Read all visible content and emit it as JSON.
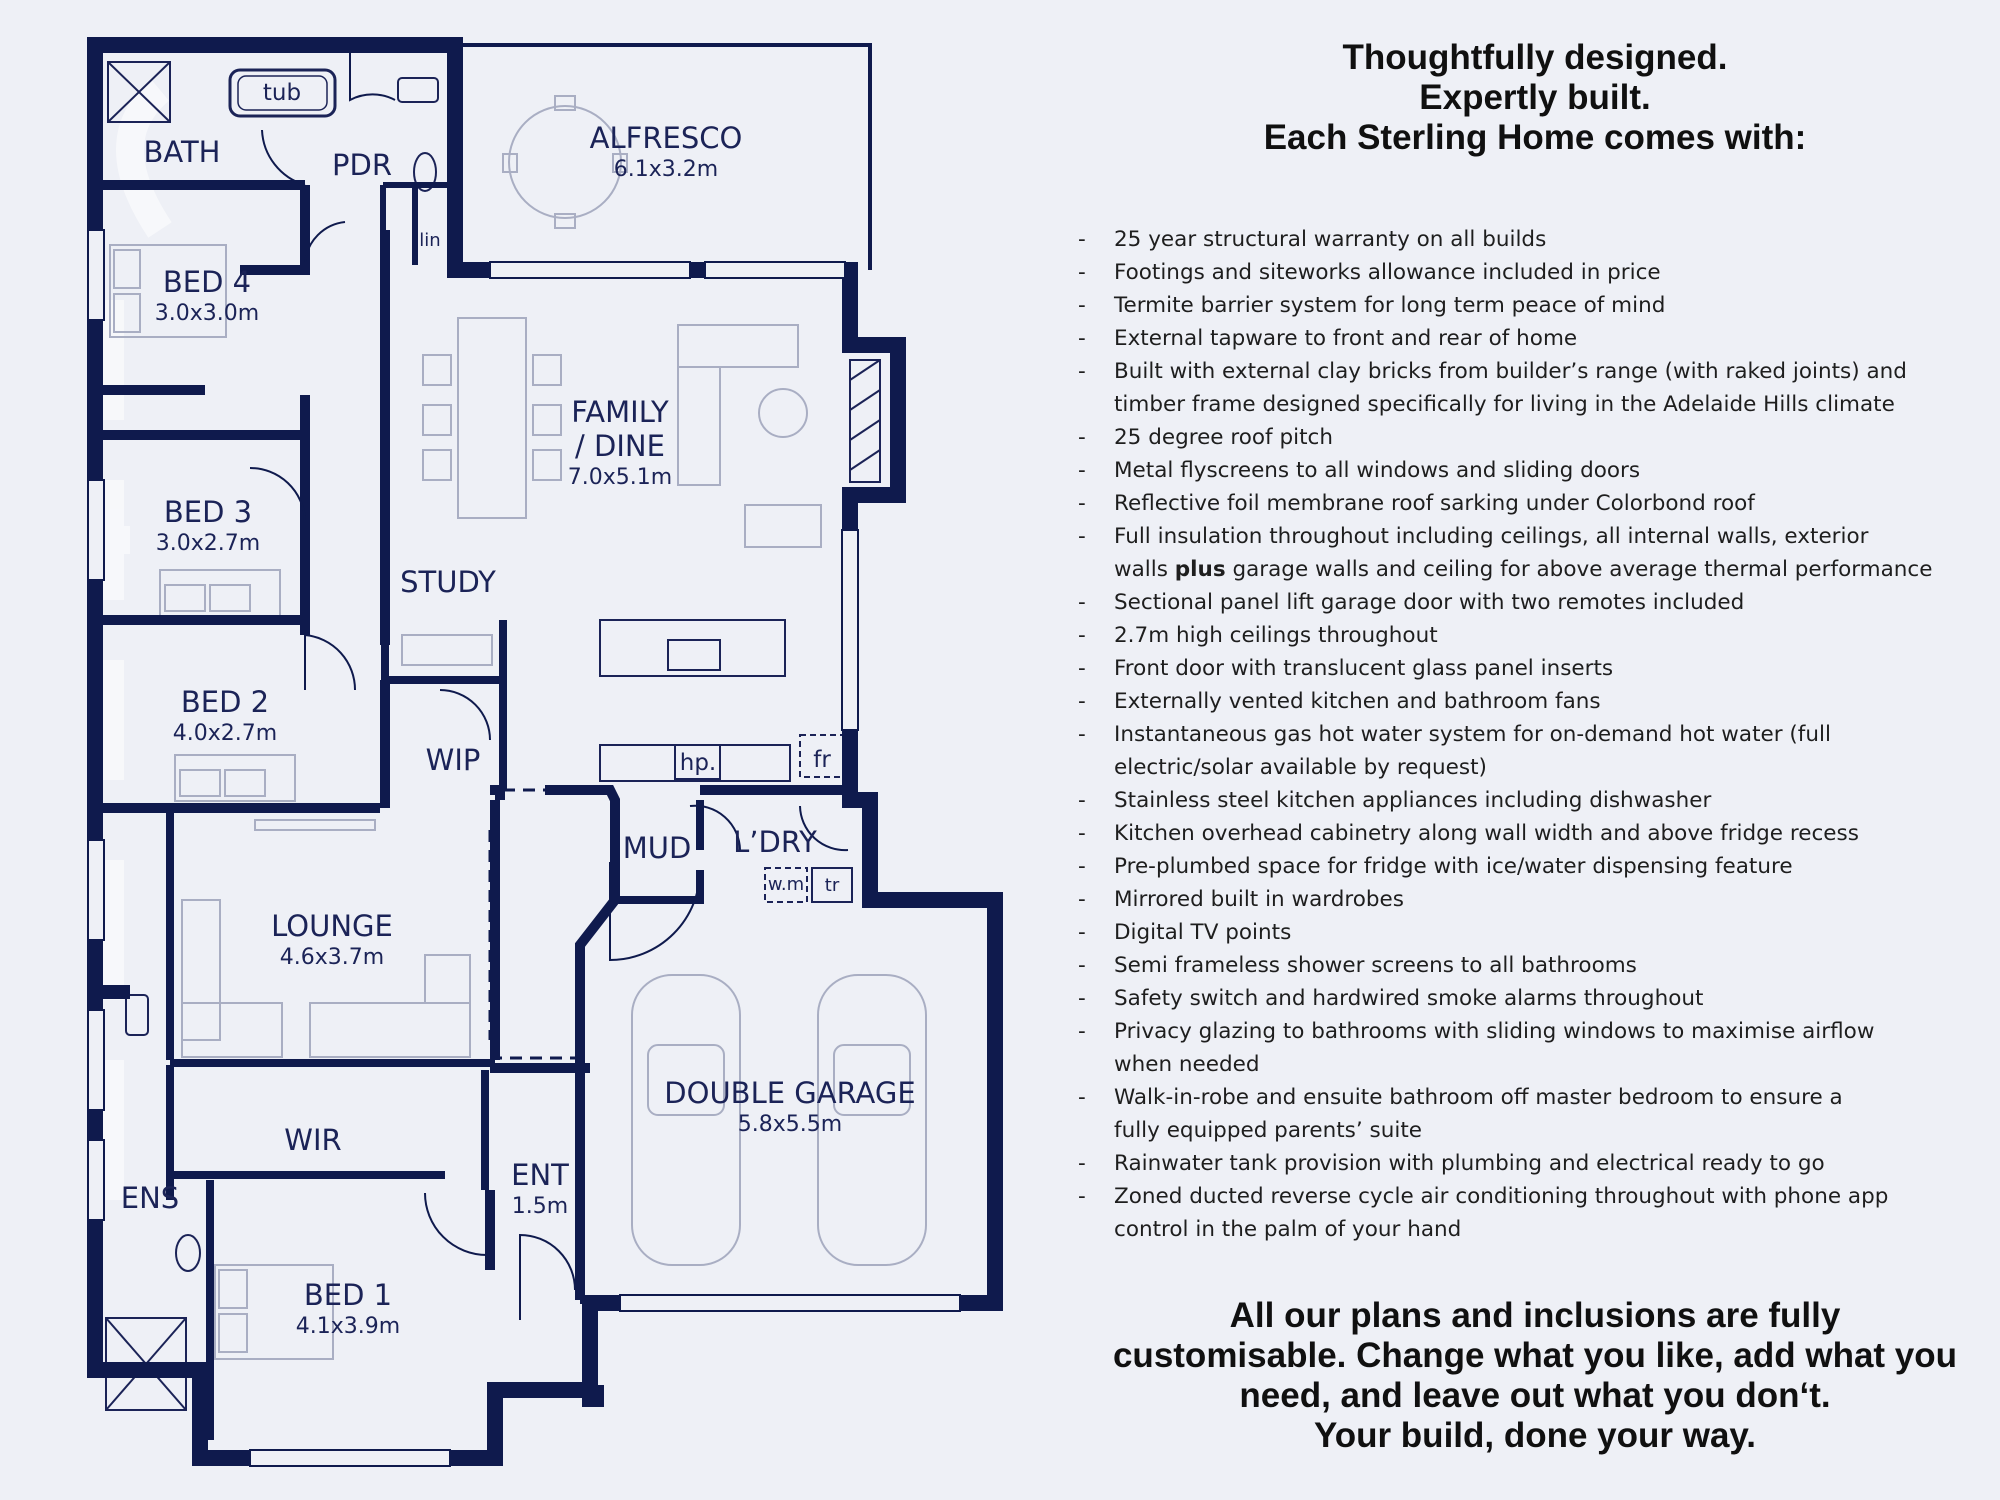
{
  "rooms": {
    "bath": "BATH",
    "pdr": "PDR",
    "alfresco": "ALFRESCO",
    "alfresco_size": "6.1x3.2m",
    "bed4": "BED 4",
    "bed4_size": "3.0x3.0m",
    "family": "FAMILY",
    "family2": "/ DINE",
    "family_size": "7.0x5.1m",
    "bed3": "BED 3",
    "bed3_size": "3.0x2.7m",
    "study": "STUDY",
    "bed2": "BED 2",
    "bed2_size": "4.0x2.7m",
    "wip": "WIP",
    "mud": "MUD",
    "laundry": "L’DRY",
    "lounge": "LOUNGE",
    "lounge_size": "4.6x3.7m",
    "garage": "DOUBLE GARAGE",
    "garage_size": "5.8x5.5m",
    "wir": "WIR",
    "ens": "ENS",
    "ent": "ENT",
    "ent_size": "1.5m",
    "bed1": "BED 1",
    "bed1_size": "4.1x3.9m"
  },
  "fixtures": {
    "tub": "tub",
    "lin": "lin",
    "hp": "hp.",
    "fr": "fr",
    "wm": "w.m",
    "tr": "tr"
  },
  "headline": {
    "line1": "Thoughtfully designed.",
    "line2": "Expertly built.",
    "line3": "Each Sterling Home comes with:"
  },
  "inclusions": [
    {
      "text": "25 year structural warranty on all builds"
    },
    {
      "text": "Footings and siteworks allowance included in price"
    },
    {
      "text": "Termite barrier system for long term peace of mind"
    },
    {
      "text": "External tapware to front and rear of home"
    },
    {
      "text": "Built with external clay bricks from builder’s range (with raked joints) and"
    },
    {
      "text": "timber frame designed specifically for living in the Adelaide Hills climate",
      "cont": true
    },
    {
      "text": "25 degree roof pitch"
    },
    {
      "text": "Metal flyscreens to all windows and sliding doors"
    },
    {
      "text": "Reflective foil membrane roof sarking under Colorbond roof"
    },
    {
      "text": "Full insulation throughout including ceilings, all internal walls, exterior"
    },
    {
      "pre": "walls ",
      "bold": "plus",
      "post": " garage walls and ceiling for above average thermal performance",
      "cont": true
    },
    {
      "text": "Sectional panel lift garage door with two remotes included"
    },
    {
      "text": "2.7m high ceilings throughout"
    },
    {
      "text": "Front door with translucent glass panel inserts"
    },
    {
      "text": "Externally vented kitchen and bathroom fans"
    },
    {
      "text": "Instantaneous gas hot water system for on-demand hot water (full"
    },
    {
      "text": "electric/solar available by request)",
      "cont": true
    },
    {
      "text": "Stainless steel kitchen appliances including dishwasher"
    },
    {
      "text": "Kitchen overhead cabinetry along wall width and above fridge recess"
    },
    {
      "text": "Pre-plumbed space for fridge with ice/water dispensing feature"
    },
    {
      "text": "Mirrored built in wardrobes"
    },
    {
      "text": "Digital TV points"
    },
    {
      "text": "Semi frameless shower screens to all bathrooms"
    },
    {
      "text": "Safety switch and hardwired smoke alarms throughout"
    },
    {
      "text": "Privacy glazing to bathrooms with sliding windows to maximise airflow"
    },
    {
      "text": "when needed",
      "cont": true
    },
    {
      "text": "Walk-in-robe and ensuite bathroom off master bedroom to ensure a"
    },
    {
      "text": "fully equipped parents’ suite",
      "cont": true
    },
    {
      "text": "Rainwater tank provision with plumbing and electrical ready to go"
    },
    {
      "text": "Zoned ducted reverse cycle air conditioning throughout with phone app"
    },
    {
      "text": "control in the palm of your hand",
      "cont": true
    }
  ],
  "closing": {
    "line1": "All our plans and inclusions are fully",
    "line2": "customisable. Change what you like, add what you",
    "line3": "need, and leave out what you don‘t.",
    "line4": "Your build, done your way."
  },
  "colors": {
    "wall": "#0f1a4d",
    "background": "#eef0f6",
    "furniture": "#a9aec3",
    "text": "#1b2357"
  }
}
